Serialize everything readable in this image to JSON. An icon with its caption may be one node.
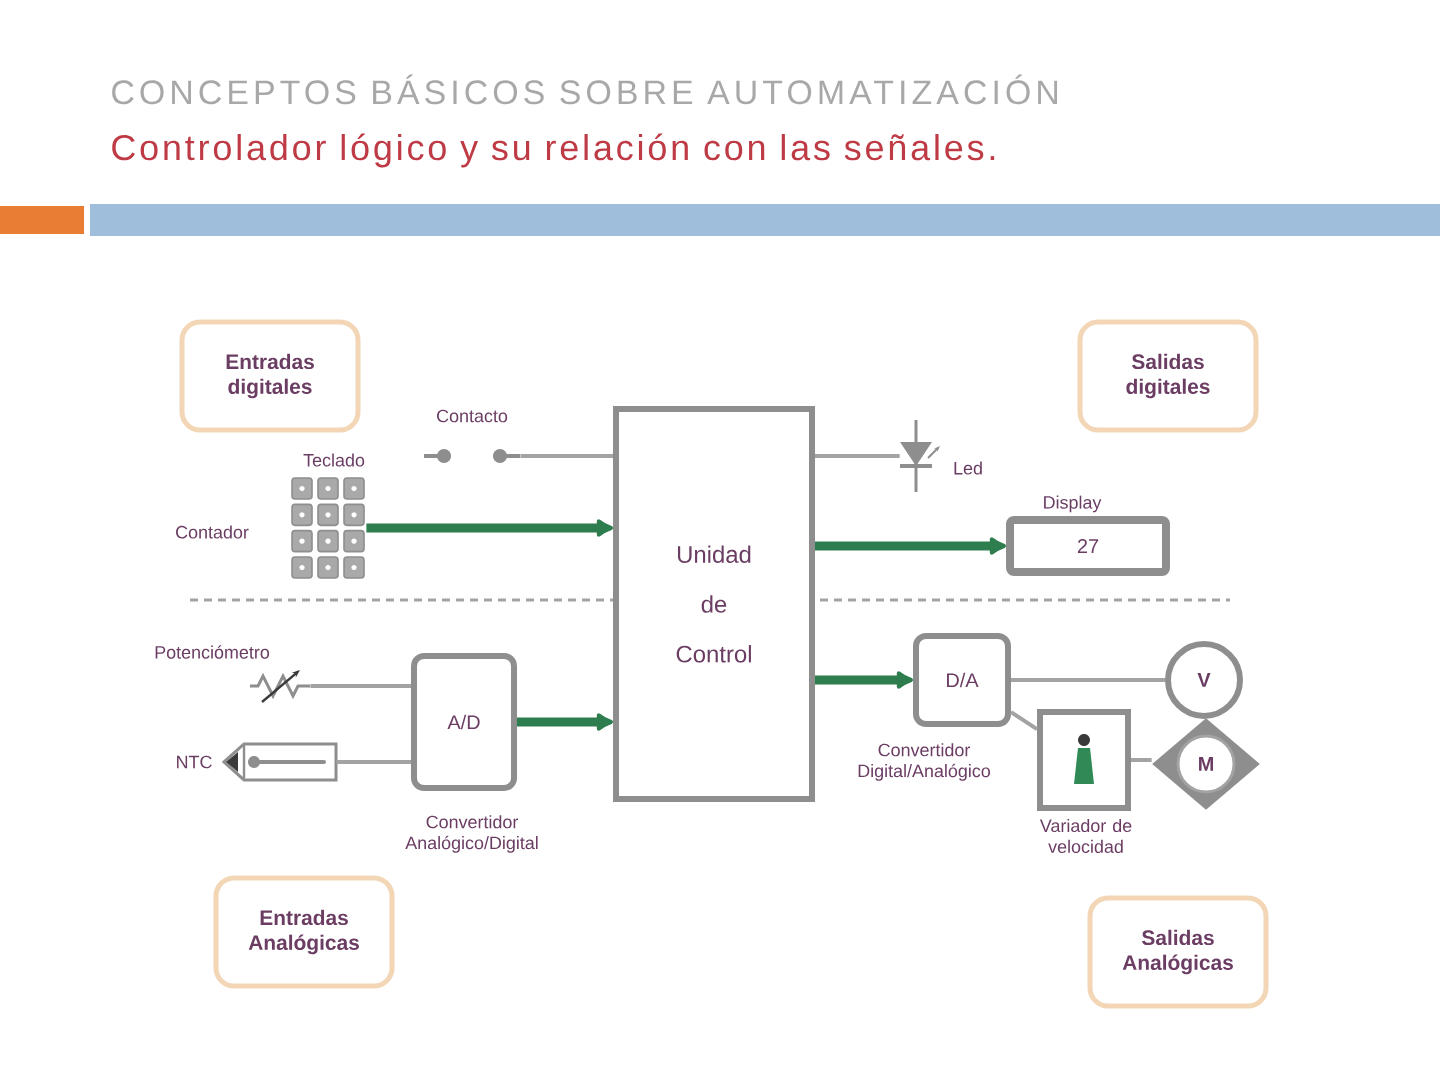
{
  "diagram": {
    "title": "CONCEPTOS BÁSICOS SOBRE AUTOMATIZACIÓN",
    "nodes": [
      {
        "text": [
          "Entradas digitales"
        ]
      },
      {
        "text": [
          "Salidas digitales"
        ]
      },
      {
        "text": [],
        "shape": "picture",
        "beside": [
          "Contacto"
        ]
      },
      {
        "text": [],
        "shape": "picture",
        "beside": [
          "Teclado",
          "Contador"
        ]
      },
      {
        "text": [
          "Unidad de Control"
        ]
      },
      {
        "text": [],
        "shape": "picture",
        "beside": [
          "Led"
        ]
      },
      {
        "text": [
          "27"
        ],
        "beside": [
          "Display"
        ]
      },
      {
        "text": [],
        "shape": "picture",
        "beside": [
          "Potenciómetro"
        ]
      },
      {
        "text": [],
        "shape": "picture",
        "beside": [
          "NTC"
        ]
      },
      {
        "text": [
          "A/D"
        ],
        "beside": [
          "Convertidor Analógico/Digital"
        ]
      },
      {
        "text": [
          "D/A"
        ],
        "beside": [
          "Convertidor Digital/Analógico"
        ]
      },
      {
        "text": [
          "V"
        ]
      },
      {
        "text": [],
        "shape": "picture",
        "beside": [
          "Variador de velocidad"
        ]
      },
      {
        "text": [
          "M"
        ]
      },
      {
        "text": [
          "Entradas Analógicas"
        ]
      },
      {
        "text": [
          "Salidas Analógicas"
        ]
      }
    ],
    "edges": [
      {
        "from": 2,
        "to": 4,
        "arrow": "none"
      },
      {
        "from": 3,
        "to": 4,
        "arrow": "to",
        "style": "thick",
        "color": "#2e7d4f"
      },
      {
        "from": 7,
        "to": 9,
        "arrow": "none"
      },
      {
        "from": 8,
        "to": 9,
        "arrow": "none"
      },
      {
        "from": 9,
        "to": 4,
        "arrow": "to",
        "style": "thick",
        "color": "#2e7d4f"
      },
      {
        "from": 4,
        "to": 5,
        "arrow": "none"
      },
      {
        "from": 4,
        "to": 6,
        "arrow": "to",
        "style": "thick",
        "color": "#2e7d4f"
      },
      {
        "from": 4,
        "to": 10,
        "arrow": "to",
        "style": "thick",
        "color": "#2e7d4f"
      },
      {
        "from": 10,
        "to": 11,
        "arrow": "none"
      },
      {
        "from": 10,
        "to": 12,
        "arrow": "none"
      },
      {
        "from": 12,
        "to": 13,
        "arrow": "none"
      }
    ],
    "labels": [
      "Controlador lógico y su relación con las señales."
    ]
  }
}
